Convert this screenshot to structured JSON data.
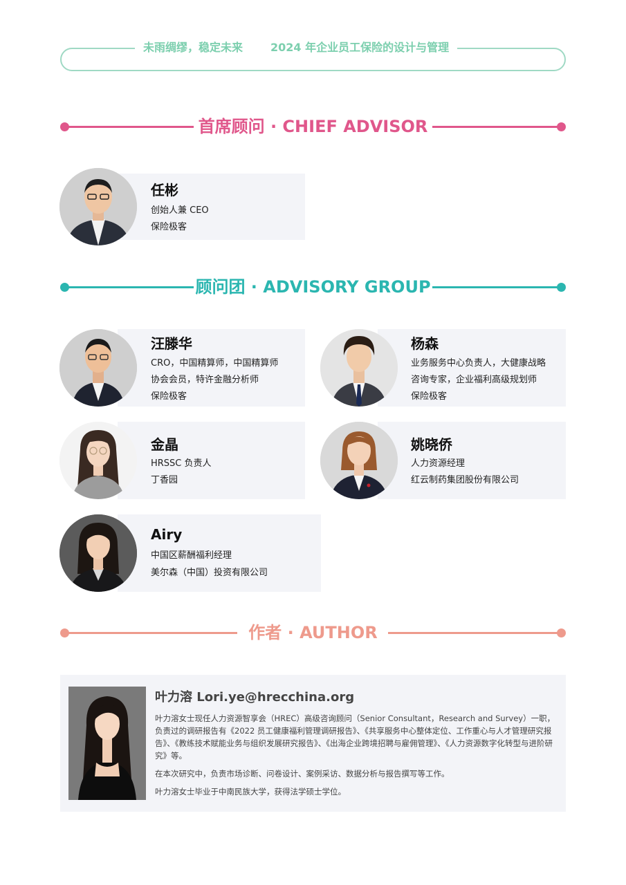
{
  "header": {
    "left_text": "未雨绸缪，稳定未来",
    "right_text": "2024 年企业员工保险的设计与管理"
  },
  "colors": {
    "header_green": "#7ccfae",
    "advisor_pink": "#e0578b",
    "group_teal": "#2bb6b0",
    "author_salmon": "#ee9a8c",
    "card_bg": "#f3f4f8"
  },
  "sections": {
    "chief": "首席顾问 · CHIEF ADVISOR",
    "group": "顾问团 · ADVISORY GROUP",
    "author": "作者 · AUTHOR"
  },
  "chief_advisor": {
    "name": "任彬",
    "lines": [
      "创始人兼 CEO",
      "保险极客"
    ]
  },
  "advisors": [
    {
      "name": "汪滕华",
      "lines": [
        "CRO，中国精算师，中国精算师",
        "协会会员，特许金融分析师",
        "保险极客"
      ]
    },
    {
      "name": "杨森",
      "lines": [
        "业务服务中心负责人，大健康战略",
        "咨询专家，企业福利高级规划师",
        "保险极客"
      ]
    },
    {
      "name": "金晶",
      "lines": [
        "HRSSC 负责人",
        "丁香园"
      ]
    },
    {
      "name": "姚晓侨",
      "lines": [
        "人力资源经理",
        "红云制药集团股份有限公司"
      ]
    },
    {
      "name": "Airy",
      "lines": [
        "中国区薪酬福利经理",
        "美尔森（中国）投资有限公司"
      ]
    }
  ],
  "author": {
    "name": "叶力溶 Lori.ye@hrecchina.org",
    "paragraphs": [
      "叶力溶女士现任人力资源智享会（HREC）高级咨询顾问（Senior Consultant，Research and Survey）一职，负责过的调研报告有《2022 员工健康福利管理调研报告》、《共享服务中心整体定位、工作重心与人才管理研究报告》、《教练技术赋能业务与组织发展研究报告》、《出海企业跨境招聘与雇佣管理》、《人力资源数字化转型与进阶研究》等。",
      "在本次研究中，负责市场诊断、问卷设计、案例采访、数据分析与报告撰写等工作。",
      "叶力溶女士毕业于中南民族大学，获得法学硕士学位。"
    ]
  }
}
